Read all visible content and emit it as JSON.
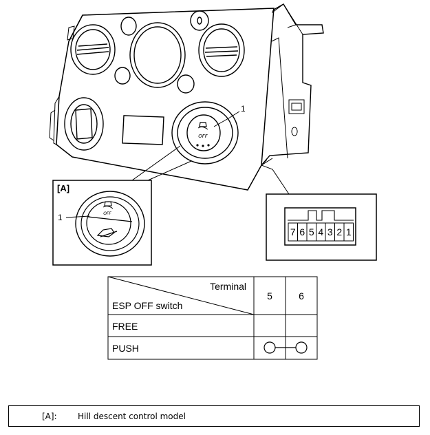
{
  "callouts": {
    "part_number": "1",
    "inset_tag": "[A]",
    "inset_part_number": "1"
  },
  "switch_icon": {
    "label": "OFF",
    "inset_label": "OFF"
  },
  "connector": {
    "terminals": [
      "7",
      "6",
      "5",
      "4",
      "3",
      "2",
      "1"
    ]
  },
  "continuity_table": {
    "corner_header_top": "Terminal",
    "corner_header_bottom": "ESP OFF switch",
    "terminal_columns": [
      "5",
      "6"
    ],
    "rows": [
      {
        "label": "FREE",
        "continuity": false
      },
      {
        "label": "PUSH",
        "continuity": true
      }
    ]
  },
  "legend": {
    "key": "[A]:",
    "text": "Hill descent control model"
  }
}
